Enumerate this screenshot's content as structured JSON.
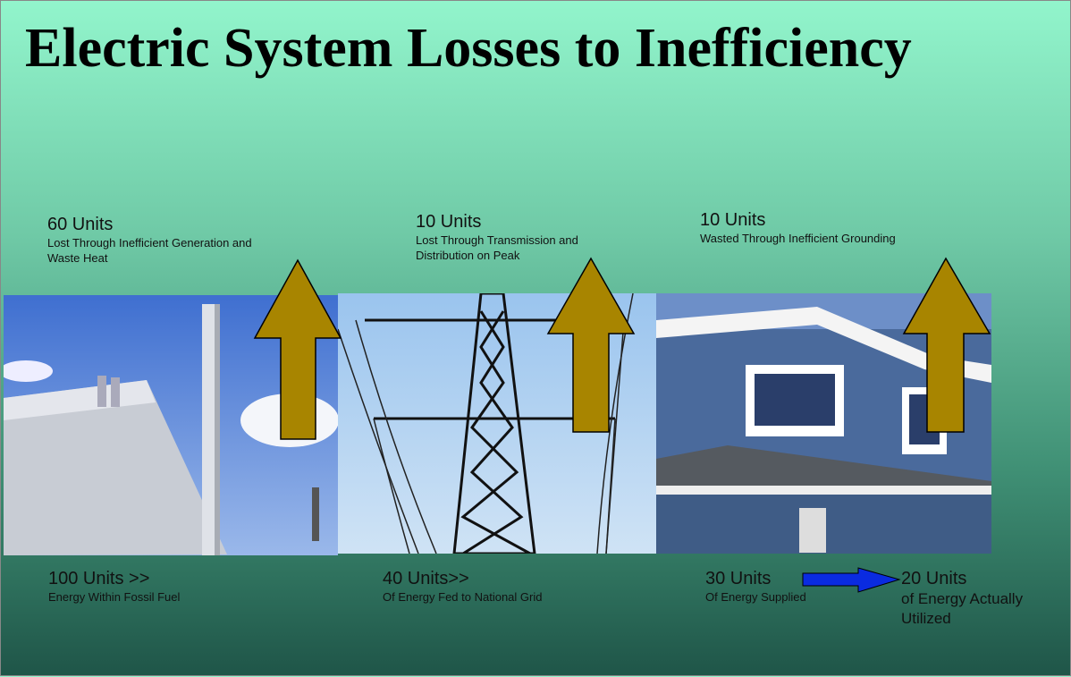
{
  "title": "Electric System Losses to Inefficiency",
  "losses": [
    {
      "units": "60 Units",
      "desc": "Lost Through Inefficient Generation and Waste Heat"
    },
    {
      "units": "10 Units",
      "desc": "Lost Through Transmission and Distribution on Peak"
    },
    {
      "units": "10 Units",
      "desc": "Wasted Through Inefficient Grounding"
    }
  ],
  "stages": [
    {
      "units": "100 Units >>",
      "desc": "Energy Within Fossil Fuel"
    },
    {
      "units": "40 Units>>",
      "desc": "Of Energy Fed to National Grid"
    },
    {
      "units": "30 Units",
      "desc": "Of Energy Supplied"
    },
    {
      "units": "20 Units",
      "desc": "of Energy Actually Utilized"
    }
  ],
  "colors": {
    "loss_arrow": "#a88500",
    "flow_arrow": "#0a2be0"
  }
}
